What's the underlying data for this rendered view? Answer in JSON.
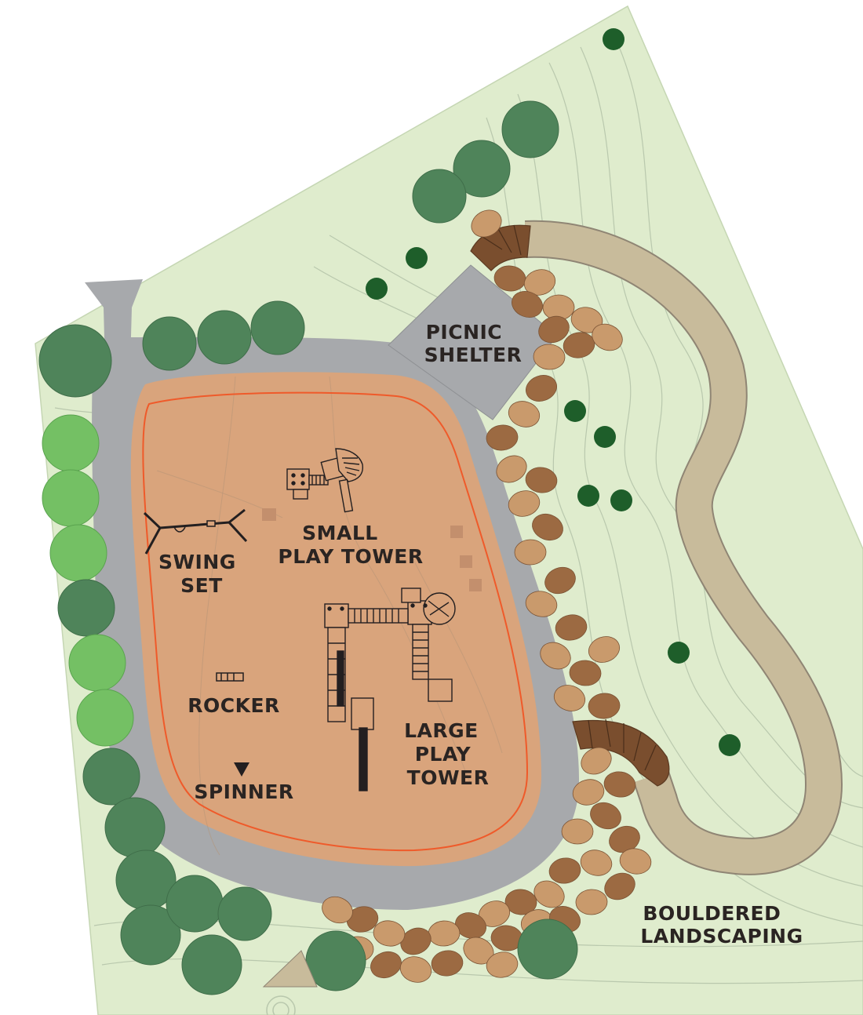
{
  "labels": {
    "picnic_shelter": [
      "PICNIC",
      "SHELTER"
    ],
    "small_play_tower": [
      "SMALL",
      "PLAY TOWER"
    ],
    "swing_set": [
      "SWING",
      "SET"
    ],
    "rocker": [
      "ROCKER"
    ],
    "spinner": [
      "SPINNER"
    ],
    "large_play_tower": [
      "LARGE",
      "PLAY",
      "TOWER"
    ],
    "bouldered_landscaping": [
      "BOULDERED",
      "LANDSCAPING"
    ]
  },
  "colors": {
    "grass": "#dfeccd",
    "path": "#a7a9ac",
    "play_area": "#d9a47c",
    "safety_line": "#ef5a2a",
    "trail": "#c8bb9b",
    "tree_dark": "#4f845a",
    "tree_light": "#74c064",
    "shrub": "#1e5e2a",
    "boulder_light": "#c99a6c",
    "boulder_dark": "#9c6a42"
  }
}
